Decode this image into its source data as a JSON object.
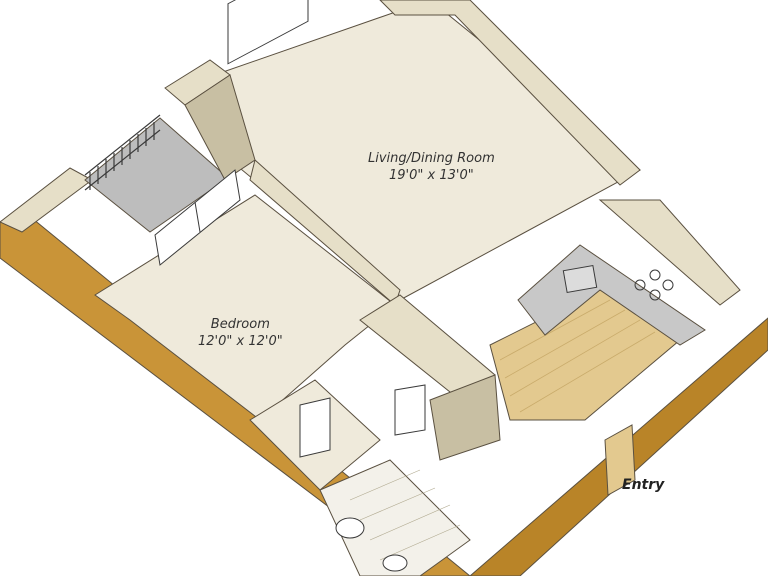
{
  "rooms": {
    "living": {
      "name": "Living/Dining Room",
      "size": "19'0\" x 13'0\""
    },
    "bedroom": {
      "name": "Bedroom",
      "size": "12'0\" x 12'0\""
    }
  },
  "entry": {
    "label": "Entry"
  },
  "colors": {
    "floor": "#efeadb",
    "wall_top": "#e6dfc8",
    "wall_side": "#c8bfa3",
    "exterior": "#c99438",
    "exterior_dark": "#a8741f",
    "wood": "#e3c98f",
    "counter": "#c8c8c8",
    "balcony": "#bdbdbd",
    "outline": "#5a5040"
  }
}
